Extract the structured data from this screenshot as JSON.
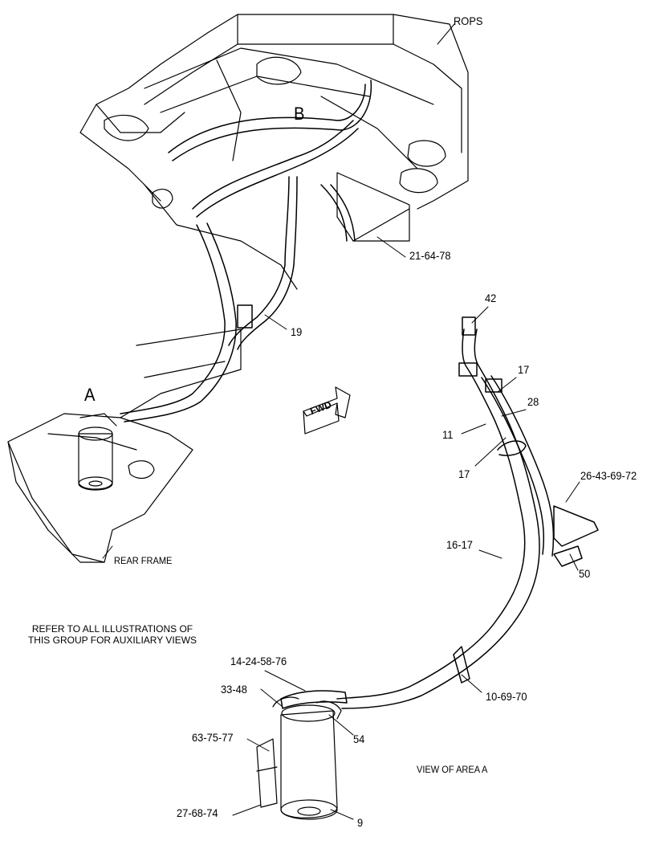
{
  "labels": {
    "rops": "ROPS",
    "b": "B",
    "a": "A",
    "p21_64_78": "21-64-78",
    "p19": "19",
    "p42": "42",
    "p17_top": "17",
    "p28": "28",
    "p11": "11",
    "p17_mid": "17",
    "p26_43_69_72": "26-43-69-72",
    "p16_17": "16-17",
    "p50": "50",
    "p14_24_58_76": "14-24-58-76",
    "p33_48": "33-48",
    "p54": "54",
    "p10_69_70": "10-69-70",
    "p63_75_77": "63-75-77",
    "p27_68_74": "27-68-74",
    "p9": "9",
    "rear_frame": "REAR FRAME",
    "view_area_a": "VIEW OF AREA A",
    "fwd": "FWD"
  },
  "note": {
    "line1": "REFER TO ALL ILLUSTRATIONS OF",
    "line2": "THIS GROUP FOR AUXILIARY VIEWS"
  }
}
